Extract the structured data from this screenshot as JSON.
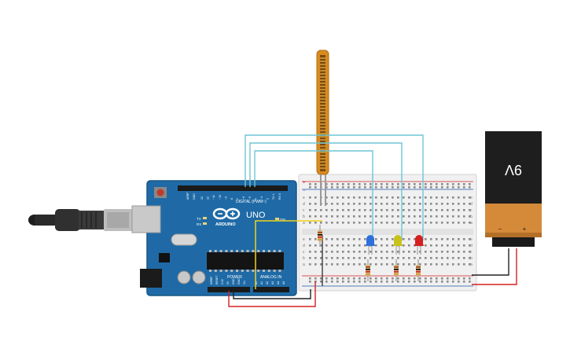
{
  "arduino": {
    "brand": "ARDUINO",
    "model": "UNO",
    "digital_header": "DIGITAL (PWM~)",
    "power_header": "POWER",
    "analog_header": "ANALOG IN",
    "tx_label": "TX",
    "rx_label": "RX",
    "on_label": "ON",
    "aref_label": "AREF",
    "gnd_label": "GND",
    "digital_pins": [
      "13",
      "12",
      "~11",
      "~10",
      "~9",
      "8",
      "7",
      "~6",
      "~5",
      "4",
      "~3",
      "2",
      "TX 1",
      "RX 0"
    ],
    "power_pins": [
      "IOREF",
      "RESET",
      "3.3V",
      "5V",
      "GND",
      "GND",
      "Vin"
    ],
    "analog_pins": [
      "A0",
      "A1",
      "A2",
      "A3",
      "A4",
      "A5"
    ]
  },
  "battery": {
    "label": "9V",
    "minus": "−",
    "plus": "+"
  },
  "breadboard": {
    "row_letters_top": [
      "a",
      "b",
      "c",
      "d",
      "e"
    ],
    "row_letters_bottom": [
      "f",
      "g",
      "h",
      "i",
      "j"
    ],
    "rail_plus": "+",
    "rail_minus": "−"
  },
  "components": {
    "leds": [
      {
        "name": "blue-led",
        "color": "#2f6fdc"
      },
      {
        "name": "yellow-led",
        "color": "#c8c21a"
      },
      {
        "name": "red-led",
        "color": "#d42020"
      }
    ],
    "flex_sensor_color": "#d98b1f",
    "usb_cable_color": "#2a2a2a"
  },
  "wires": {
    "signal_color": "#6ec6d6",
    "analog_color": "#f2d21a",
    "positive_color": "#d42020",
    "ground_color": "#222222"
  }
}
